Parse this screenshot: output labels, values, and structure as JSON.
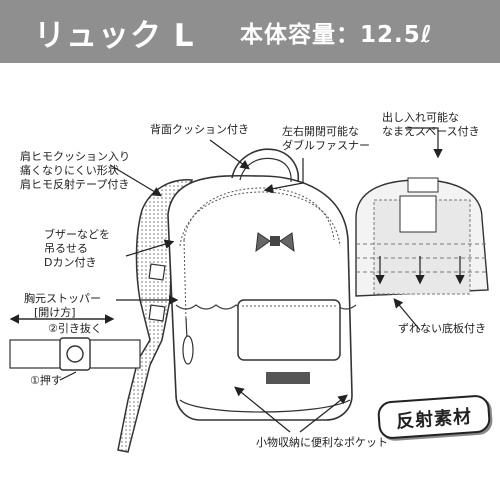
{
  "header": {
    "title": "リュック L",
    "capacity": "本体容量：12.5ℓ"
  },
  "labels": {
    "shoulder_strap": [
      "肩ヒモクッション入り",
      "痛くなりにくい形状",
      "肩ヒモ反射テープ付き"
    ],
    "back_cushion": "背面クッション付き",
    "double_zipper": [
      "左右開閉可能な",
      "ダブルファスナー"
    ],
    "name_space": [
      "出し入れ可能な",
      "なまえスペース付き"
    ],
    "d_ring": [
      "ブザーなどを",
      "吊るせる",
      "Dカン付き"
    ],
    "chest_stopper": "胸元ストッパー",
    "open_method": "[開け方]",
    "pull_step": "②引き抜く",
    "push_step": "①押す",
    "no_sag_bottom": "ずれない底板付き",
    "front_pocket": "小物収納に便利なポケット"
  },
  "badge": {
    "text": "反射素材"
  },
  "colors": {
    "header_bg": "#8f8f8f",
    "header_text": "#ffffff",
    "ink": "#222222"
  }
}
